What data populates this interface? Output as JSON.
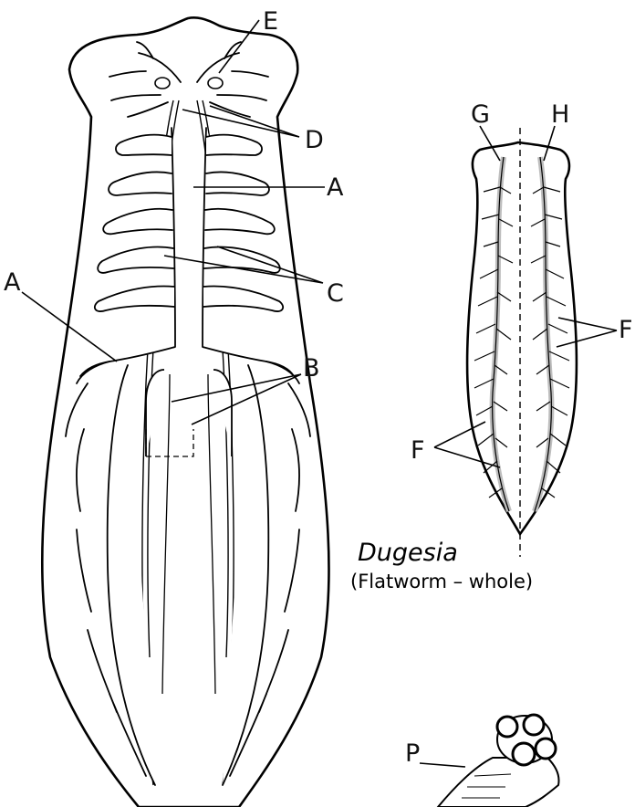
{
  "colors": {
    "ink": "#000000",
    "paper": "#ffffff",
    "stipple": "#bdbdbd"
  },
  "caption": {
    "title": "Dugesia",
    "subtitle": "(Flatworm – whole)"
  },
  "labels": {
    "A_right": "A",
    "A_left": "A",
    "B": "B",
    "C": "C",
    "D": "D",
    "E": "E",
    "F_right": "F",
    "F_left": "F",
    "G": "G",
    "H": "H",
    "P": "P"
  }
}
